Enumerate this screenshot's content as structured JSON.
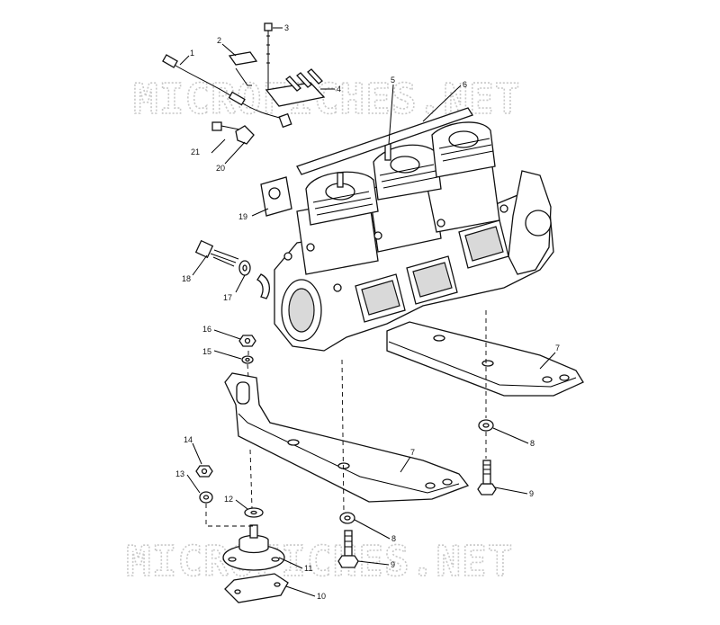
{
  "watermark": "MICROFICHES.NET",
  "callouts": [
    "1",
    "2",
    "3",
    "4",
    "5",
    "6",
    "7",
    "7",
    "8",
    "8",
    "9",
    "9",
    "10",
    "11",
    "12",
    "13",
    "14",
    "15",
    "16",
    "17",
    "18",
    "19",
    "20",
    "21"
  ]
}
